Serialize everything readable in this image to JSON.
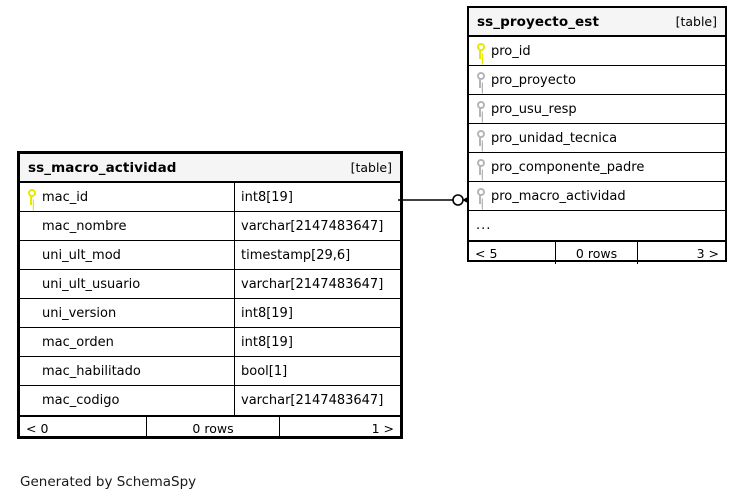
{
  "diagram": {
    "generator_caption": "Generated by SchemaSpy",
    "notation": "crows-foot",
    "background_color": "#ffffff",
    "primary_key_color": "#e8e800",
    "foreign_key_color": "#b5b5b5",
    "border_color": "#000000",
    "header_fill": "#f5f5f5"
  },
  "tables": {
    "macro_actividad": {
      "name": "ss_macro_actividad",
      "type_label": "[table]",
      "columns": [
        {
          "key": "primary",
          "name": "mac_id",
          "type": "int8[19]"
        },
        {
          "key": "none",
          "name": "mac_nombre",
          "type": "varchar[2147483647]"
        },
        {
          "key": "none",
          "name": "uni_ult_mod",
          "type": "timestamp[29,6]"
        },
        {
          "key": "none",
          "name": "uni_ult_usuario",
          "type": "varchar[2147483647]"
        },
        {
          "key": "none",
          "name": "uni_version",
          "type": "int8[19]"
        },
        {
          "key": "none",
          "name": "mac_orden",
          "type": "int8[19]"
        },
        {
          "key": "none",
          "name": "mac_habilitado",
          "type": "bool[1]"
        },
        {
          "key": "none",
          "name": "mac_codigo",
          "type": "varchar[2147483647]"
        }
      ],
      "footer": {
        "left": "< 0",
        "center": "0 rows",
        "right": "1 >"
      }
    },
    "proyecto_est": {
      "name": "ss_proyecto_est",
      "type_label": "[table]",
      "columns": [
        {
          "key": "primary",
          "name": "pro_id"
        },
        {
          "key": "foreign",
          "name": "pro_proyecto"
        },
        {
          "key": "foreign",
          "name": "pro_usu_resp"
        },
        {
          "key": "foreign",
          "name": "pro_unidad_tecnica"
        },
        {
          "key": "foreign",
          "name": "pro_componente_padre"
        },
        {
          "key": "foreign",
          "name": "pro_macro_actividad"
        }
      ],
      "more_indicator": "...",
      "footer": {
        "left": "< 5",
        "center": "0 rows",
        "right": "3 >"
      }
    }
  }
}
